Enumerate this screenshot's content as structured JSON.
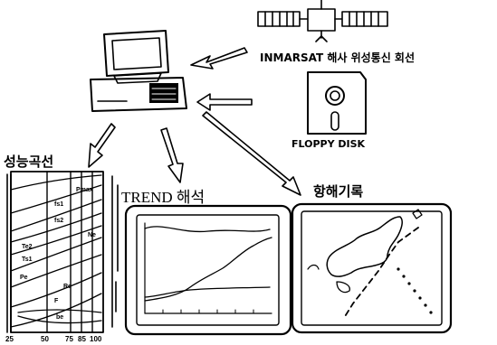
{
  "labels": {
    "inmarsat": "INMARSAT 해사 위성통신 회선",
    "floppy": "FLOPPY  DISK",
    "performance": "성능곡선",
    "trend": "TREND 해석",
    "voyage": "항해기록"
  },
  "performance_chart": {
    "curve_labels": [
      "Pmax",
      "fs1",
      "fs2",
      "Ne",
      "Te2",
      "Ts1",
      "Pe",
      "Re",
      "F",
      "be"
    ],
    "x_ticks": [
      "25",
      "50",
      "75",
      "85",
      "100"
    ]
  },
  "colors": {
    "ink": "#000000",
    "paper": "#ffffff"
  }
}
